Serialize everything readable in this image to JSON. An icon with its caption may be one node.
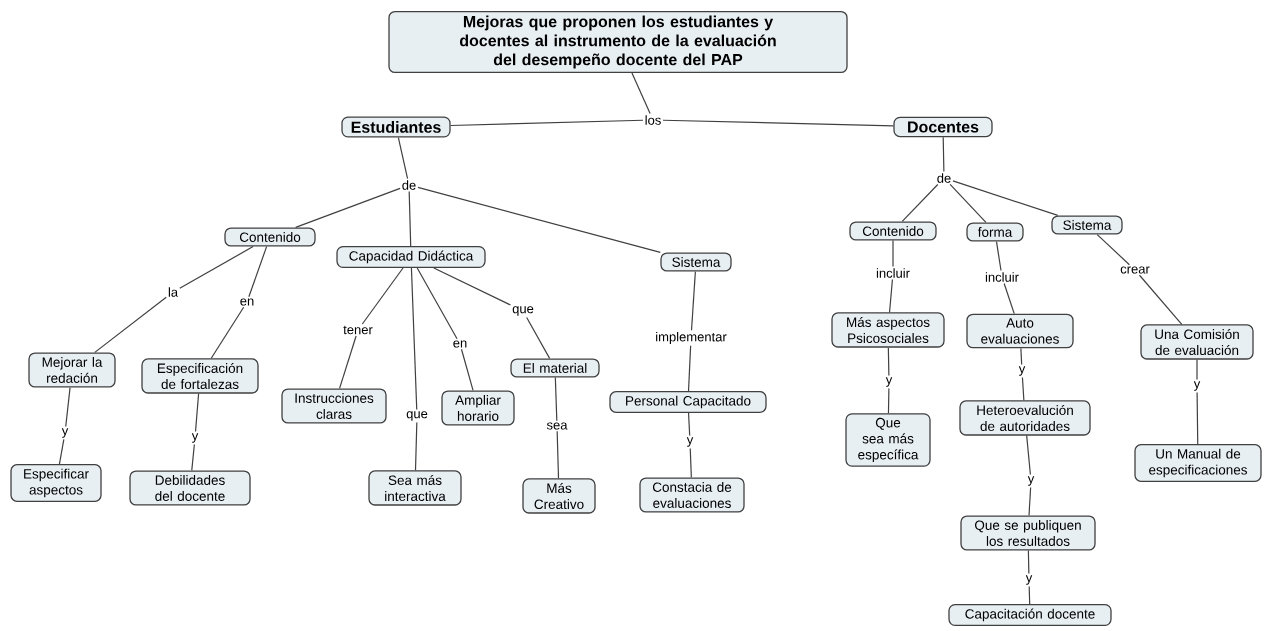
{
  "diagram": {
    "nodes": [
      {
        "text": [
          "Mejoras que proponen los estudiantes y docentes al instrumento de la evaluación del desempeño docente del PAP"
        ]
      },
      {
        "text": [
          "los"
        ]
      },
      {
        "text": [
          "Estudiantes"
        ]
      },
      {
        "text": [
          "Docentes"
        ]
      },
      {
        "text": [
          "de"
        ]
      },
      {
        "text": [
          "Contenido"
        ]
      },
      {
        "text": [
          "Capacidad Didáctica"
        ]
      },
      {
        "text": [
          "Sistema"
        ]
      },
      {
        "text": [
          "la"
        ]
      },
      {
        "text": [
          "en"
        ]
      },
      {
        "text": [
          "Mejorar la redación"
        ]
      },
      {
        "text": [
          "Especificación de fortalezas"
        ]
      },
      {
        "text": [
          "y"
        ]
      },
      {
        "text": [
          "y"
        ]
      },
      {
        "text": [
          "Especificar aspectos"
        ]
      },
      {
        "text": [
          "Debilidades del docente"
        ]
      },
      {
        "text": [
          "tener"
        ]
      },
      {
        "text": [
          "Instrucciones claras"
        ]
      },
      {
        "text": [
          "que"
        ]
      },
      {
        "text": [
          "Sea más interactiva"
        ]
      },
      {
        "text": [
          "en"
        ]
      },
      {
        "text": [
          "Ampliar horario"
        ]
      },
      {
        "text": [
          "que"
        ]
      },
      {
        "text": [
          "El material"
        ]
      },
      {
        "text": [
          "sea"
        ]
      },
      {
        "text": [
          "Más Creativo"
        ]
      },
      {
        "text": [
          "implementar"
        ]
      },
      {
        "text": [
          "Personal Capacitado"
        ]
      },
      {
        "text": [
          "y"
        ]
      },
      {
        "text": [
          "Constacia de evaluaciones"
        ]
      },
      {
        "text": [
          "de"
        ]
      },
      {
        "text": [
          "Contenido"
        ]
      },
      {
        "text": [
          "forma"
        ]
      },
      {
        "text": [
          "Sistema"
        ]
      },
      {
        "text": [
          "incluir"
        ]
      },
      {
        "text": [
          "incluir"
        ]
      },
      {
        "text": [
          "Más aspectos Psicosociales"
        ]
      },
      {
        "text": [
          "Auto evaluaciones"
        ]
      },
      {
        "text": [
          "y"
        ]
      },
      {
        "text": [
          "Que sea más específica"
        ]
      },
      {
        "text": [
          "y"
        ]
      },
      {
        "text": [
          "Heteroevalución de autoridades"
        ]
      },
      {
        "text": [
          "y"
        ]
      },
      {
        "text": [
          "Que se publiquen los resultados"
        ]
      },
      {
        "text": [
          "y"
        ]
      },
      {
        "text": [
          "Capacitación docente"
        ]
      },
      {
        "text": [
          "crear"
        ]
      },
      {
        "text": [
          "Una Comisión de evaluación"
        ]
      },
      {
        "text": [
          "y"
        ]
      },
      {
        "text": [
          "Un Manual de especificaciones"
        ]
      }
    ],
    "edges": [
      {
        "from": 0,
        "to": 1,
        "arrow": "none"
      },
      {
        "from": 1,
        "to": 2,
        "arrow": "none"
      },
      {
        "from": 1,
        "to": 3,
        "arrow": "none"
      },
      {
        "from": 2,
        "to": 4,
        "arrow": "none"
      },
      {
        "from": 4,
        "to": 5,
        "arrow": "none"
      },
      {
        "from": 4,
        "to": 6,
        "arrow": "none"
      },
      {
        "from": 4,
        "to": 7,
        "arrow": "none"
      },
      {
        "from": 5,
        "to": 8,
        "arrow": "none"
      },
      {
        "from": 8,
        "to": 10,
        "arrow": "none"
      },
      {
        "from": 5,
        "to": 9,
        "arrow": "none"
      },
      {
        "from": 9,
        "to": 11,
        "arrow": "none"
      },
      {
        "from": 10,
        "to": 12,
        "arrow": "none"
      },
      {
        "from": 12,
        "to": 14,
        "arrow": "none"
      },
      {
        "from": 11,
        "to": 13,
        "arrow": "none"
      },
      {
        "from": 13,
        "to": 15,
        "arrow": "none"
      },
      {
        "from": 6,
        "to": 16,
        "arrow": "none"
      },
      {
        "from": 16,
        "to": 17,
        "arrow": "none"
      },
      {
        "from": 6,
        "to": 18,
        "arrow": "none"
      },
      {
        "from": 18,
        "to": 19,
        "arrow": "none"
      },
      {
        "from": 6,
        "to": 20,
        "arrow": "none"
      },
      {
        "from": 20,
        "to": 21,
        "arrow": "none"
      },
      {
        "from": 6,
        "to": 22,
        "arrow": "none"
      },
      {
        "from": 22,
        "to": 23,
        "arrow": "none"
      },
      {
        "from": 23,
        "to": 24,
        "arrow": "none"
      },
      {
        "from": 24,
        "to": 25,
        "arrow": "none"
      },
      {
        "from": 7,
        "to": 26,
        "arrow": "none"
      },
      {
        "from": 26,
        "to": 27,
        "arrow": "none"
      },
      {
        "from": 27,
        "to": 28,
        "arrow": "none"
      },
      {
        "from": 28,
        "to": 29,
        "arrow": "none"
      },
      {
        "from": 3,
        "to": 30,
        "arrow": "none"
      },
      {
        "from": 30,
        "to": 31,
        "arrow": "none"
      },
      {
        "from": 30,
        "to": 32,
        "arrow": "none"
      },
      {
        "from": 30,
        "to": 33,
        "arrow": "none"
      },
      {
        "from": 31,
        "to": 34,
        "arrow": "none"
      },
      {
        "from": 34,
        "to": 36,
        "arrow": "none"
      },
      {
        "from": 32,
        "to": 35,
        "arrow": "none"
      },
      {
        "from": 35,
        "to": 37,
        "arrow": "none"
      },
      {
        "from": 36,
        "to": 38,
        "arrow": "none"
      },
      {
        "from": 38,
        "to": 39,
        "arrow": "none"
      },
      {
        "from": 37,
        "to": 40,
        "arrow": "none"
      },
      {
        "from": 40,
        "to": 41,
        "arrow": "none"
      },
      {
        "from": 41,
        "to": 42,
        "arrow": "none"
      },
      {
        "from": 42,
        "to": 43,
        "arrow": "none"
      },
      {
        "from": 43,
        "to": 44,
        "arrow": "none"
      },
      {
        "from": 44,
        "to": 45,
        "arrow": "none"
      },
      {
        "from": 33,
        "to": 46,
        "arrow": "none"
      },
      {
        "from": 46,
        "to": 47,
        "arrow": "none"
      },
      {
        "from": 47,
        "to": 48,
        "arrow": "none"
      },
      {
        "from": 48,
        "to": 49,
        "arrow": "none"
      }
    ]
  }
}
